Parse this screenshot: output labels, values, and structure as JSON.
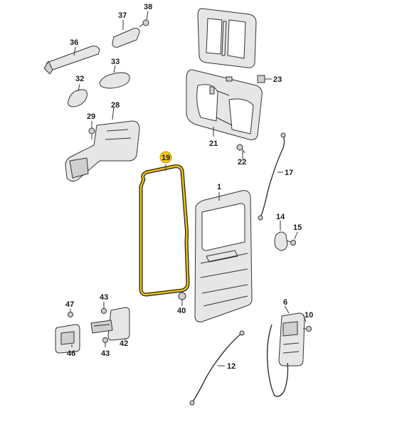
{
  "diagram": {
    "labels": {
      "p1": "1",
      "p6": "6",
      "p10": "10",
      "p12": "12",
      "p14": "14",
      "p15": "15",
      "p17": "17",
      "p19": "19",
      "p21": "21",
      "p22": "22",
      "p23": "23",
      "p28": "28",
      "p29": "29",
      "p32": "32",
      "p33": "33",
      "p36": "36",
      "p37": "37",
      "p38": "38",
      "p40": "40",
      "p42": "42",
      "p43a": "43",
      "p43b": "43",
      "p46": "46",
      "p47": "47"
    },
    "highlight_color": "#f5c518"
  }
}
